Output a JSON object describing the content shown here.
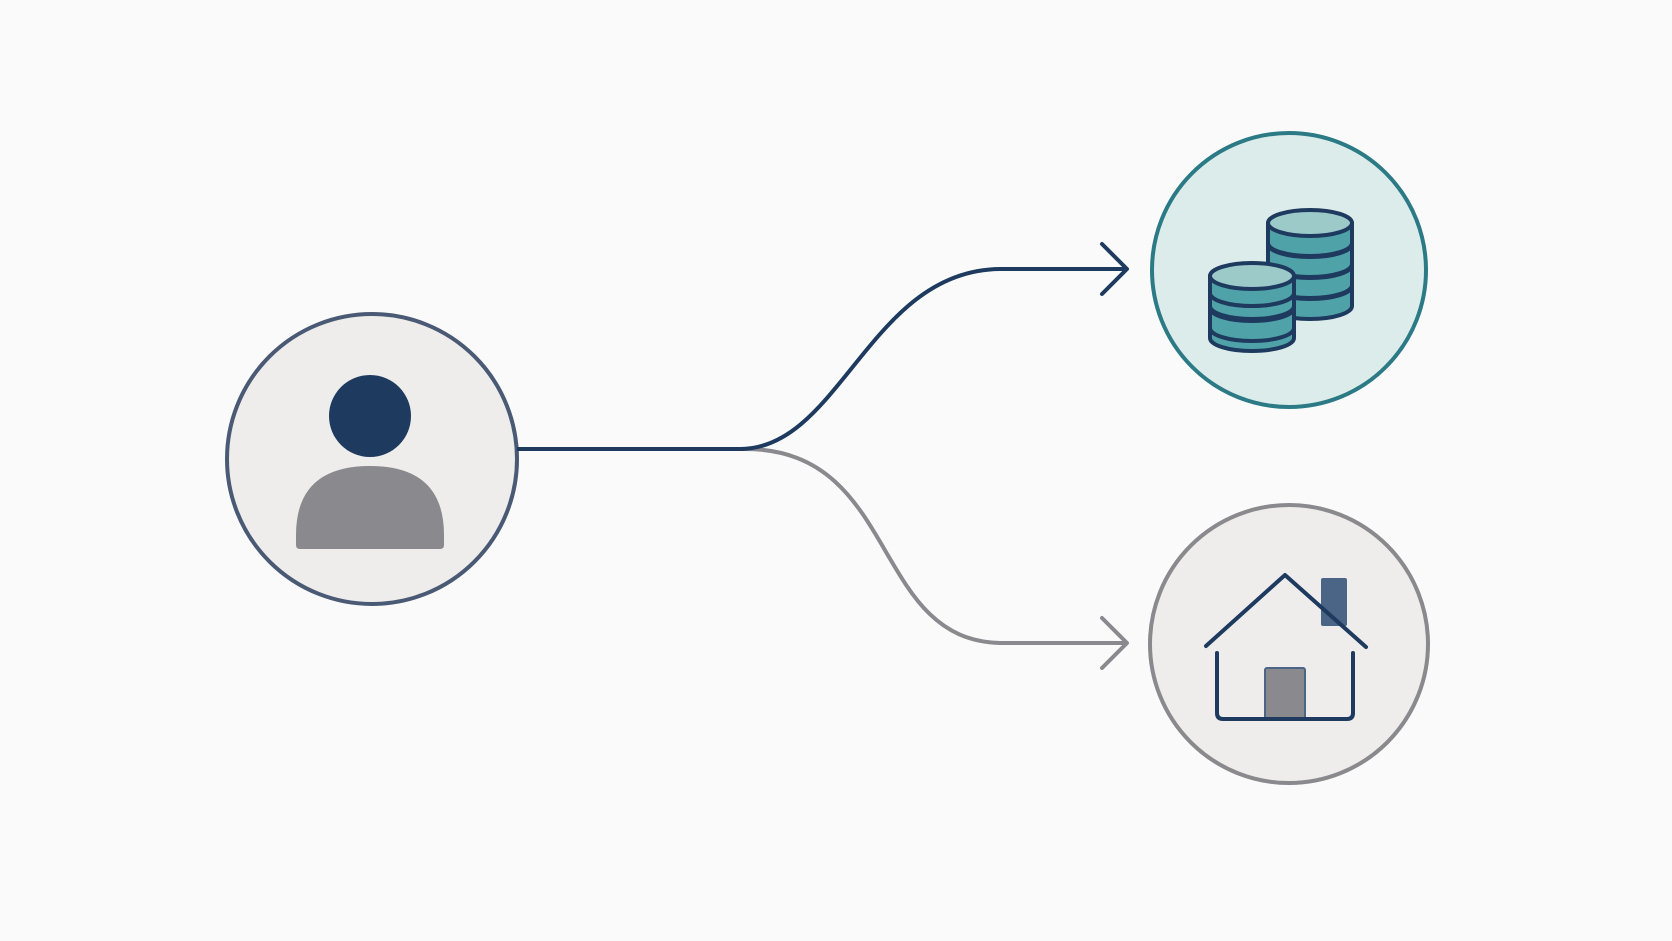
{
  "colors": {
    "background": "#fafafa",
    "navy": "#1e3a5f",
    "person_ring": "#4a5a75",
    "gray": "#8a8a8e",
    "gray_light": "#eeedeb",
    "teal_ring": "#2b7a85",
    "teal_fill": "#dcecea",
    "coin_face": "#9ccac9",
    "coin_band": "#4fa3a8",
    "chimney": "#4a6585"
  },
  "nodes": [
    {
      "id": "person",
      "icon": "person-icon",
      "role": "source"
    },
    {
      "id": "money",
      "icon": "coins-icon",
      "role": "target",
      "emphasis": "highlighted"
    },
    {
      "id": "home",
      "icon": "house-icon",
      "role": "target",
      "emphasis": "muted"
    }
  ],
  "edges": [
    {
      "from": "person",
      "to": "money",
      "style": "primary",
      "color": "#1e3a5f"
    },
    {
      "from": "person",
      "to": "home",
      "style": "secondary",
      "color": "#8a8a8e"
    }
  ]
}
